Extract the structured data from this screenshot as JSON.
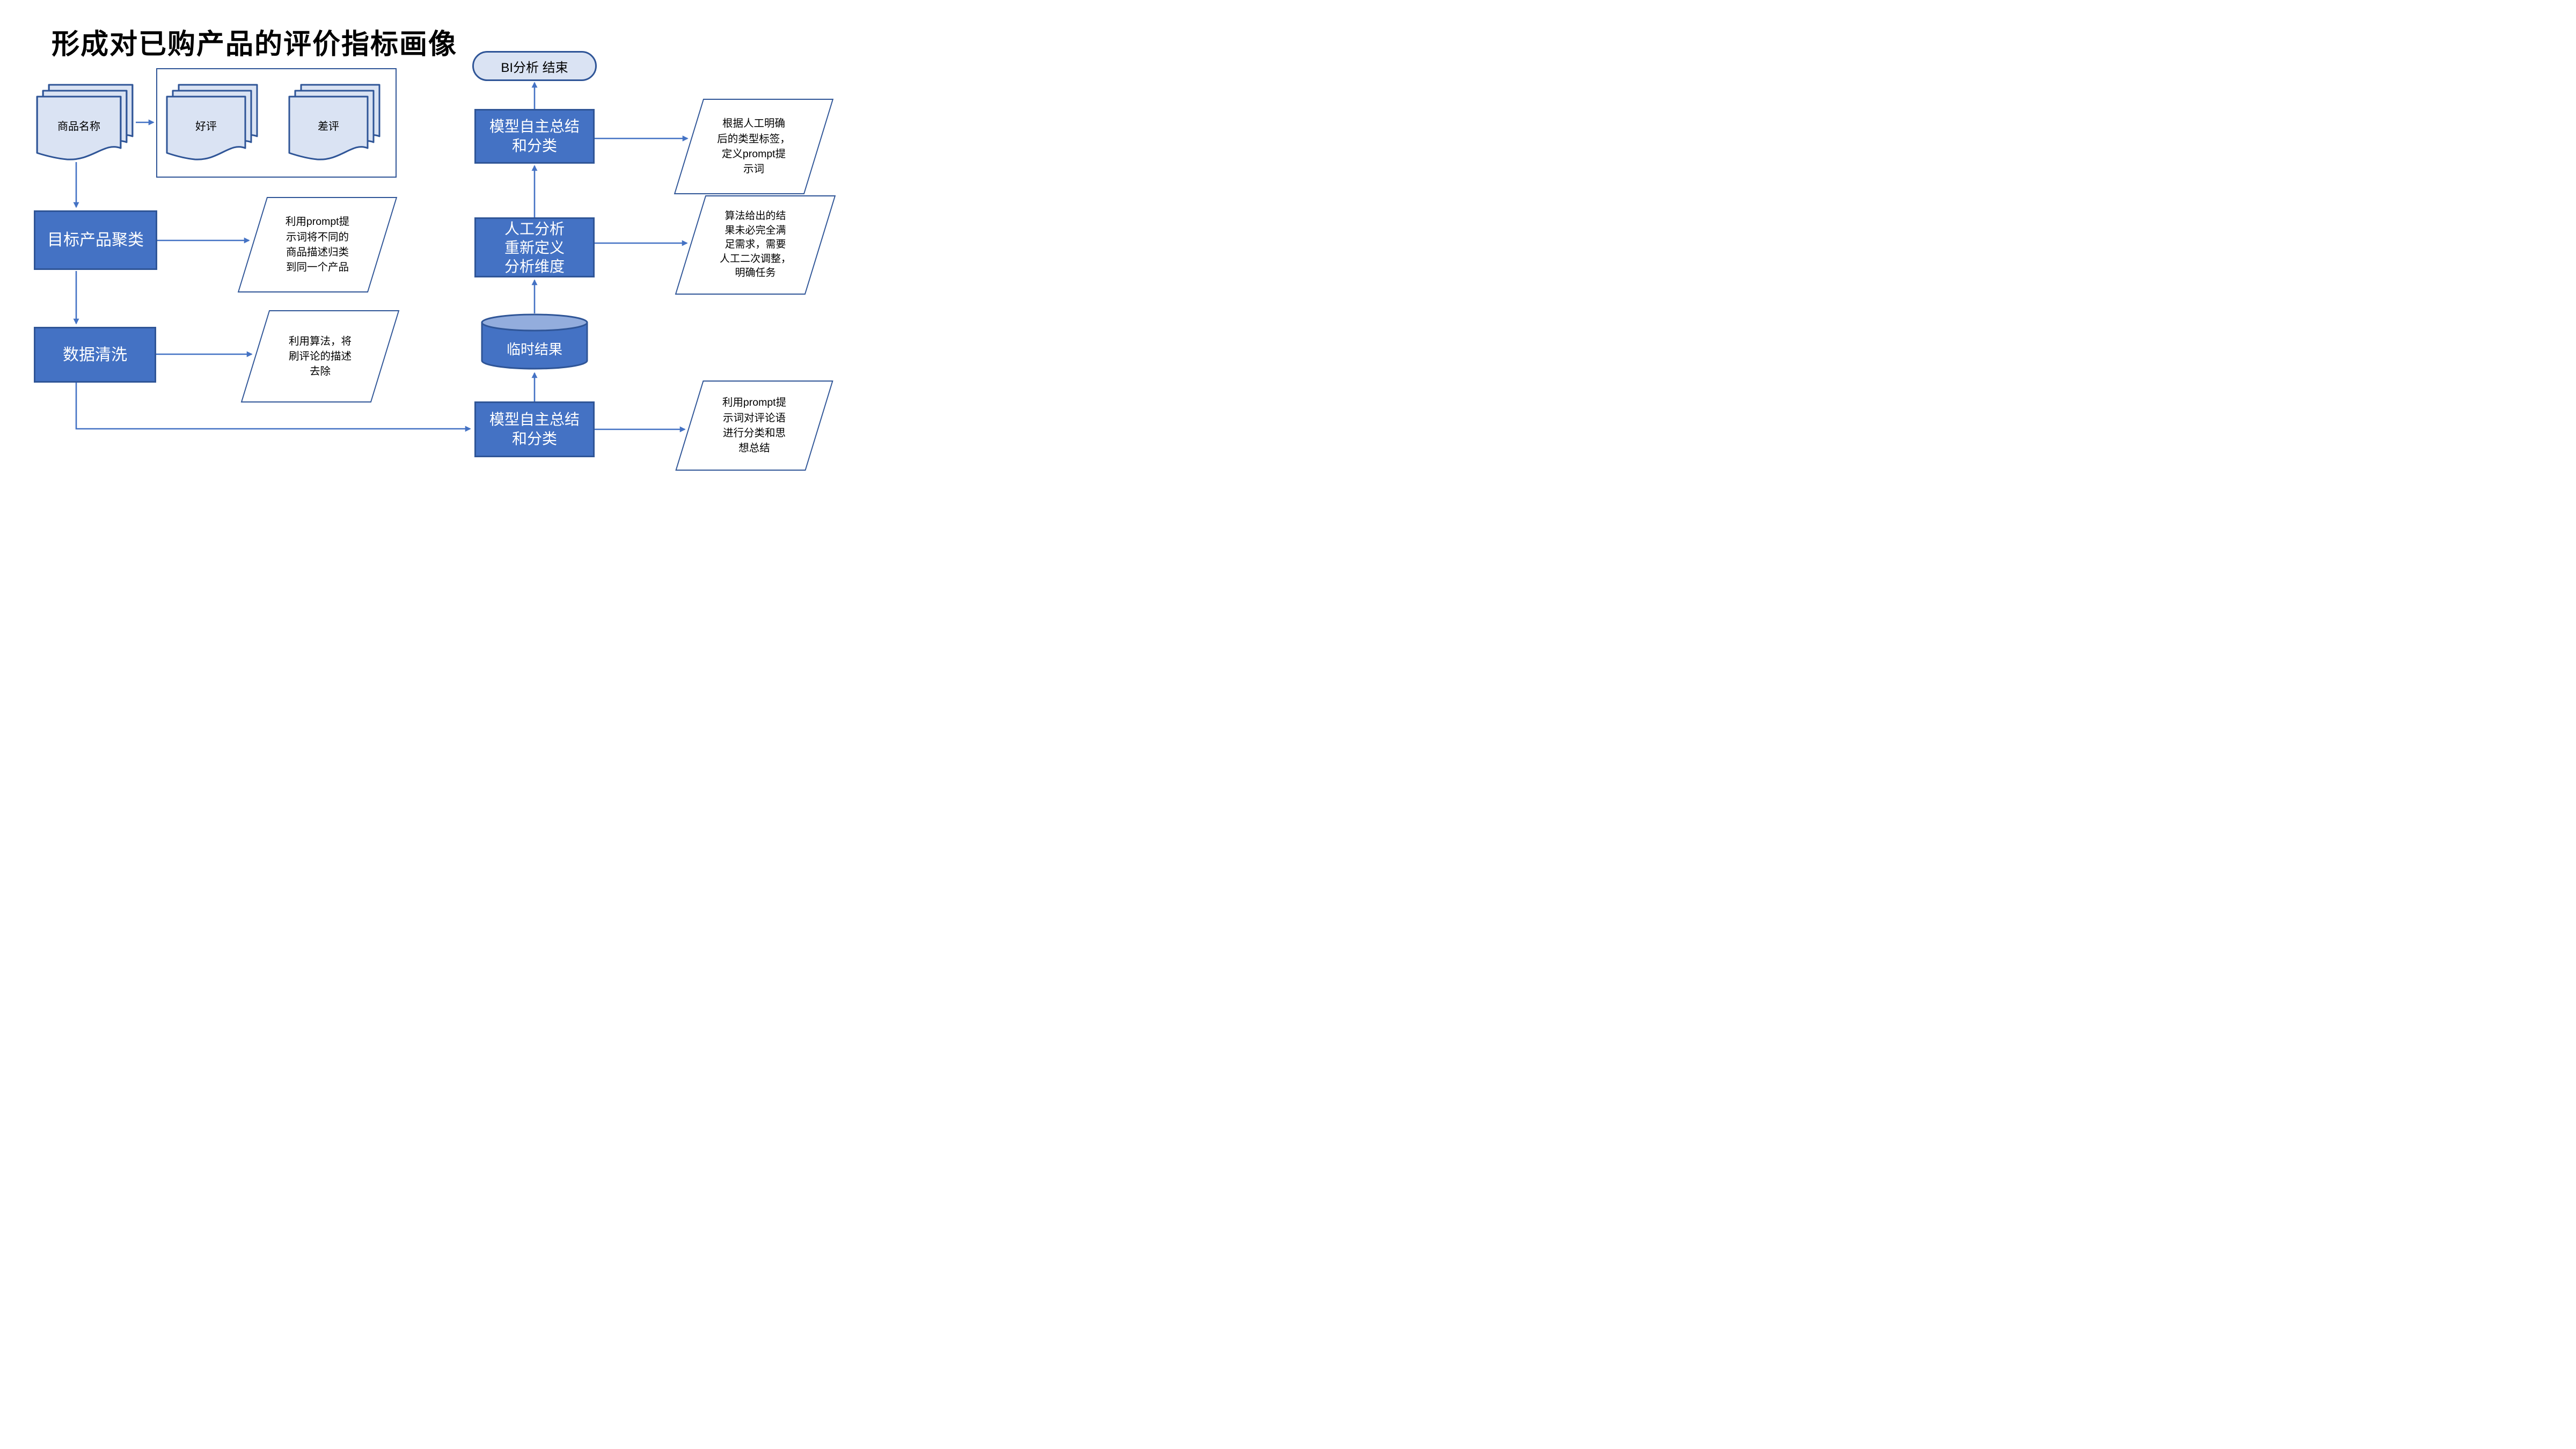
{
  "title": "形成对已购产品的评价指标画像",
  "colors": {
    "accent_blue": "#4472C4",
    "dark_blue": "#2F5597",
    "light_blue_fill": "#DAE3F3",
    "cylinder_top": "#93ADDD",
    "text_white": "#FFFFFF",
    "text_black": "#000000"
  },
  "nodes": {
    "product_name_docs": {
      "label": "商品名称",
      "shape": "document-stack"
    },
    "positive_reviews_docs": {
      "label": "好评",
      "shape": "document-stack"
    },
    "negative_reviews_docs": {
      "label": "差评",
      "shape": "document-stack"
    },
    "target_product_clustering": {
      "label": "目标产品聚类",
      "shape": "process"
    },
    "data_cleaning": {
      "label": "数据清洗",
      "shape": "process"
    },
    "model_summary_bottom": {
      "label": "模型自主总结\n和分类",
      "shape": "process"
    },
    "temp_result": {
      "label": "临时结果",
      "shape": "database-cylinder"
    },
    "manual_analysis": {
      "label": "人工分析\n重新定义\n分析维度",
      "shape": "process"
    },
    "model_summary_top": {
      "label": "模型自主总结\n和分类",
      "shape": "process"
    },
    "bi_end": {
      "label": "BI分析 结束",
      "shape": "terminator"
    }
  },
  "notes": {
    "clustering_note": {
      "text": "利用prompt提\n示词将不同的\n商品描述归类\n到同一个产品"
    },
    "cleaning_note": {
      "text": "利用算法，将\n刷评论的描述\n去除"
    },
    "summary_bottom_note": {
      "text": "利用prompt提\n示词对评论语\n进行分类和思\n想总结"
    },
    "manual_adjust_note": {
      "text": "算法给出的结\n果未必完全满\n足需求，需要\n人工二次调整，\n明确任务"
    },
    "define_prompt_note": {
      "text": "根据人工明确\n后的类型标签，\n定义prompt提\n示词"
    }
  }
}
